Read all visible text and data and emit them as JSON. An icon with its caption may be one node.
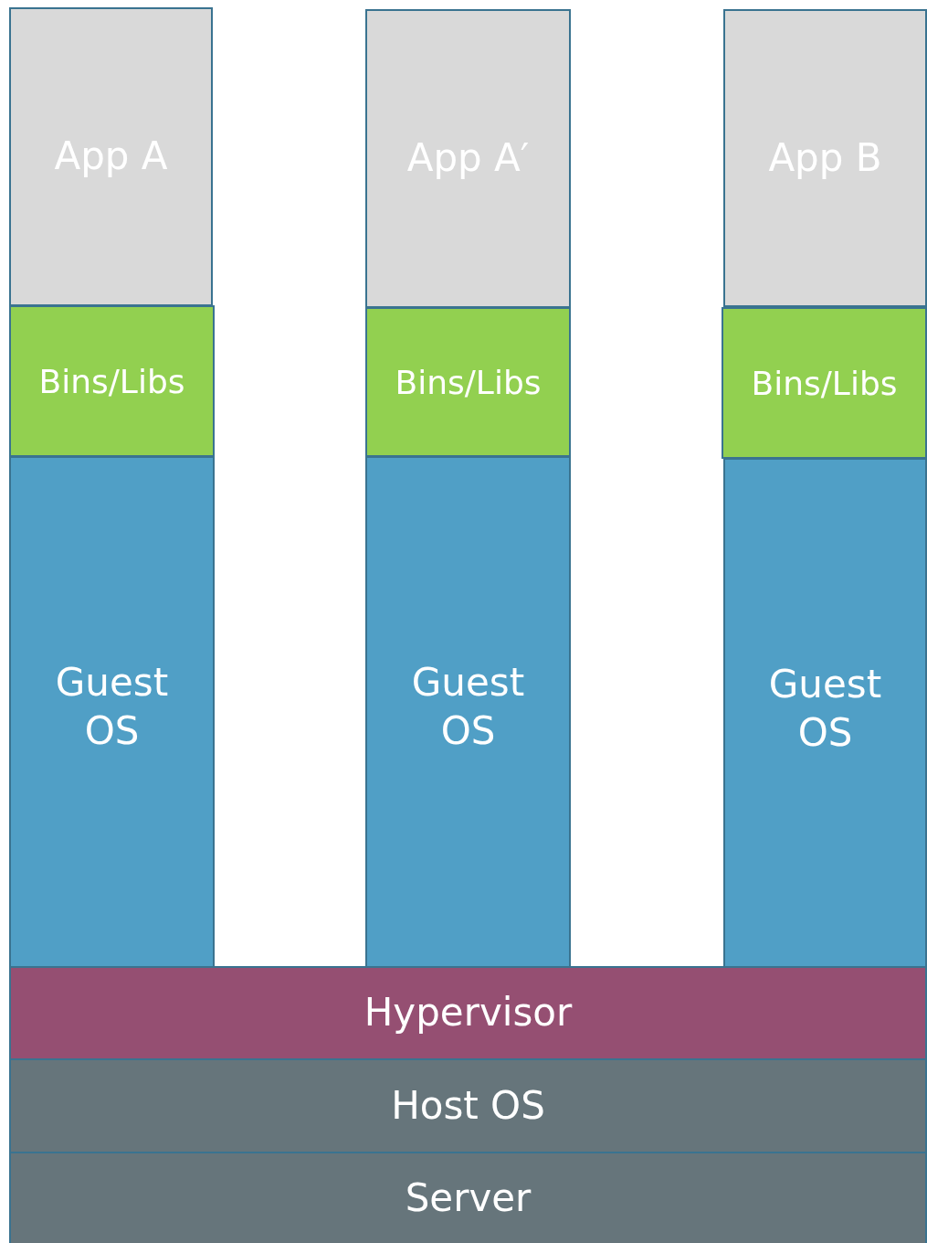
{
  "diagram": {
    "nodes": [
      {
        "text": [
          "App A"
        ]
      },
      {
        "text": [
          "App A′"
        ]
      },
      {
        "text": [
          "App B"
        ]
      },
      {
        "text": [
          "Bins/Libs"
        ]
      },
      {
        "text": [
          "Bins/Libs"
        ]
      },
      {
        "text": [
          "Bins/Libs"
        ]
      },
      {
        "text": [
          "Guest OS"
        ]
      },
      {
        "text": [
          "Guest OS"
        ]
      },
      {
        "text": [
          "Guest OS"
        ]
      },
      {
        "text": [
          "Hypervisor"
        ]
      },
      {
        "text": [
          "Host OS"
        ]
      },
      {
        "text": [
          "Server"
        ]
      }
    ]
  }
}
